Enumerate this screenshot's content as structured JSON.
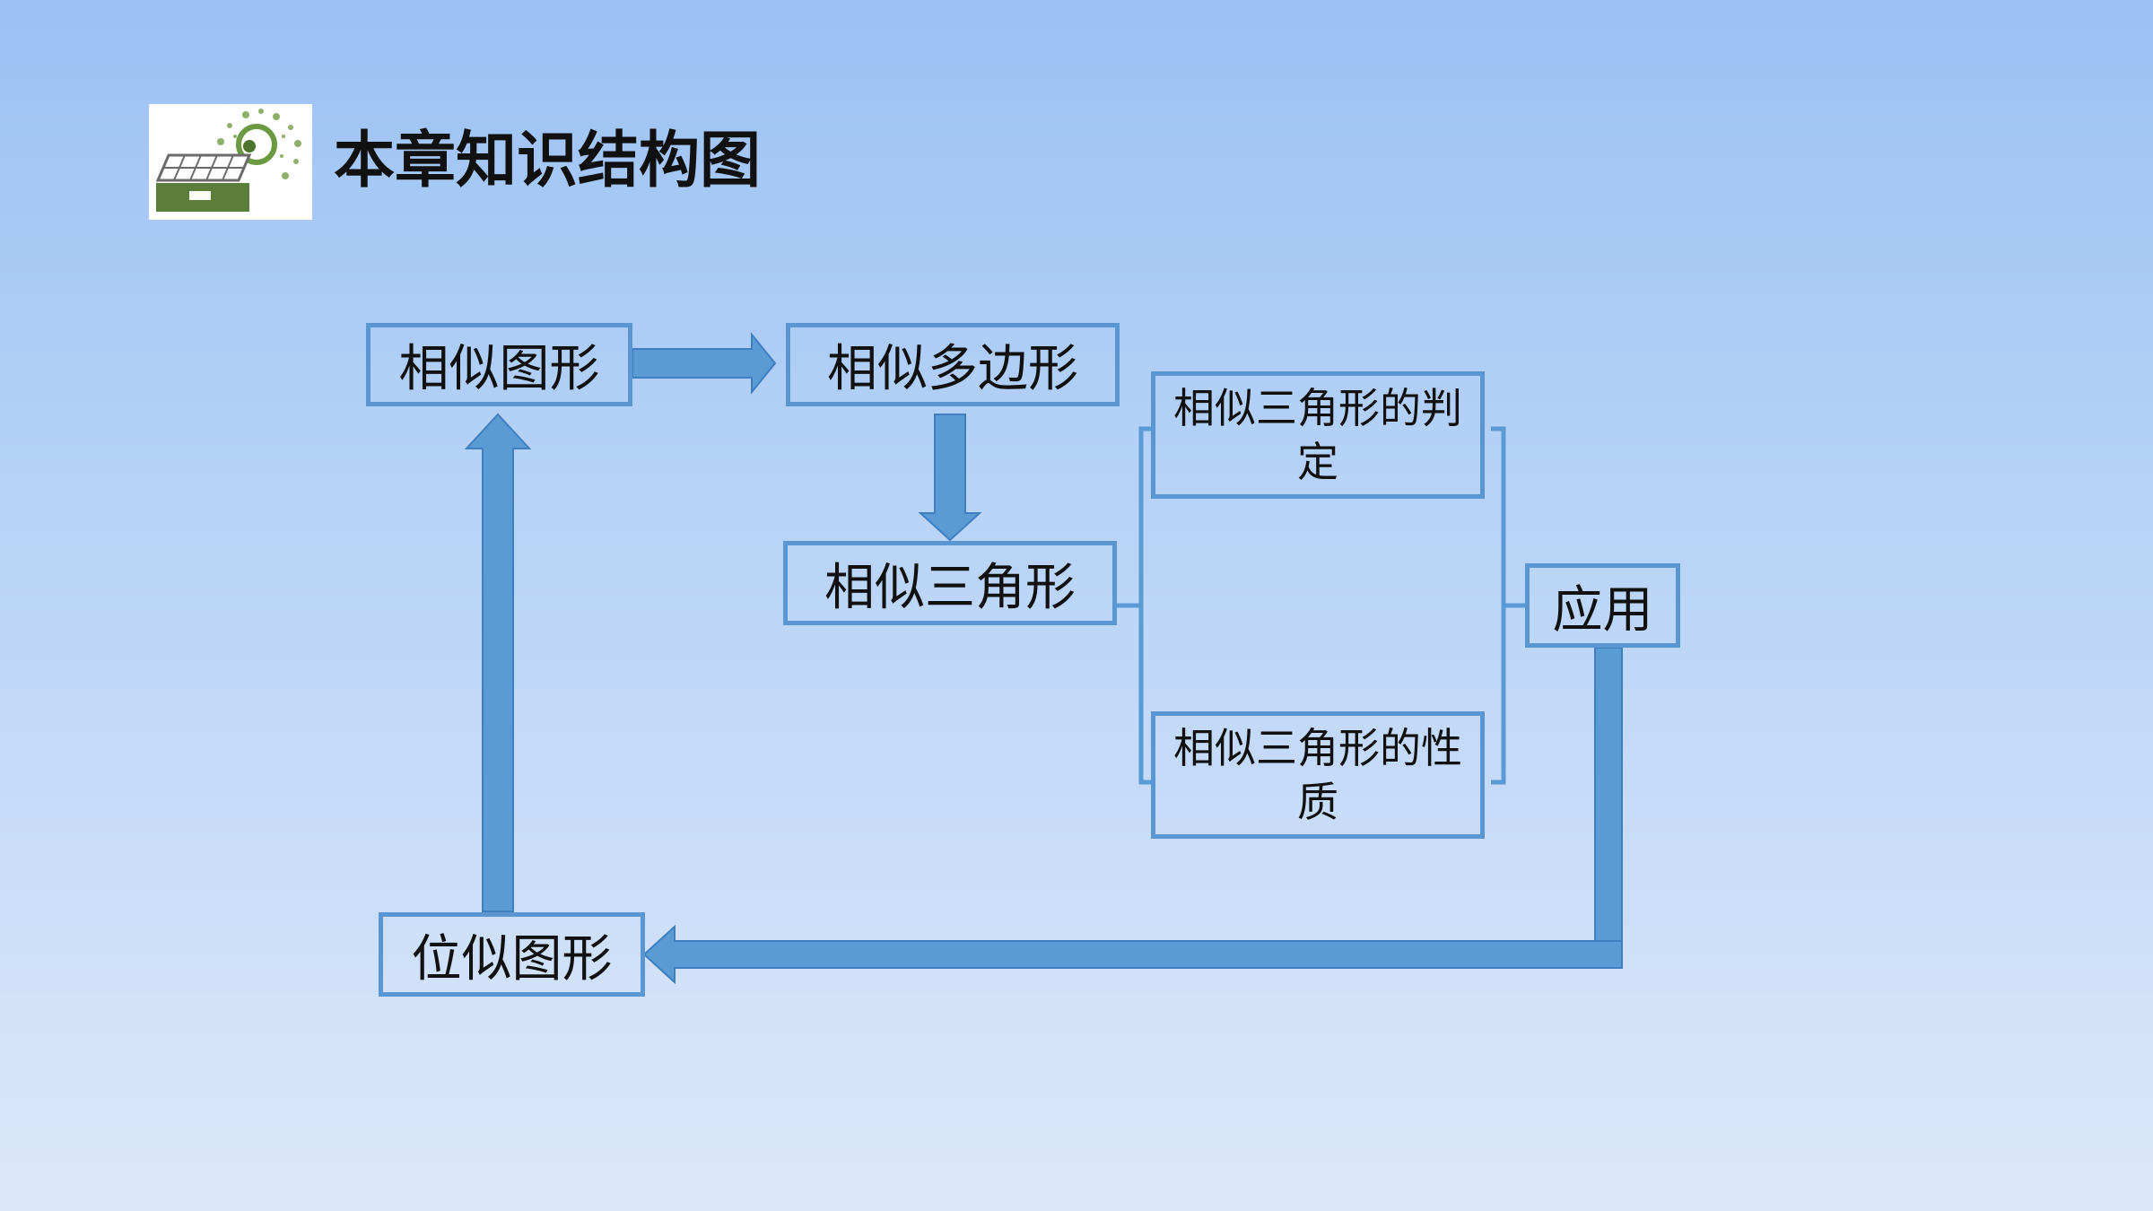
{
  "title": "本章知识结构图",
  "nodes": {
    "similar_figures": "相似图形",
    "similar_polygons": "相似多边形",
    "similar_triangles": "相似三角形",
    "triangle_criteria": "相似三角形的判定",
    "triangle_properties": "相似三角形的性质",
    "application": "应用",
    "homothetic_figures": "位似图形"
  },
  "colors": {
    "arrow_fill": "#5b9bd5",
    "arrow_stroke": "#3f7fc0",
    "box_border": "#5a96d2",
    "logo_green": "#5b7f3a",
    "background_top": "#9bc1f4",
    "background_bottom": "#dce8fa"
  },
  "icons": [
    "solar-panel-logo-icon"
  ]
}
